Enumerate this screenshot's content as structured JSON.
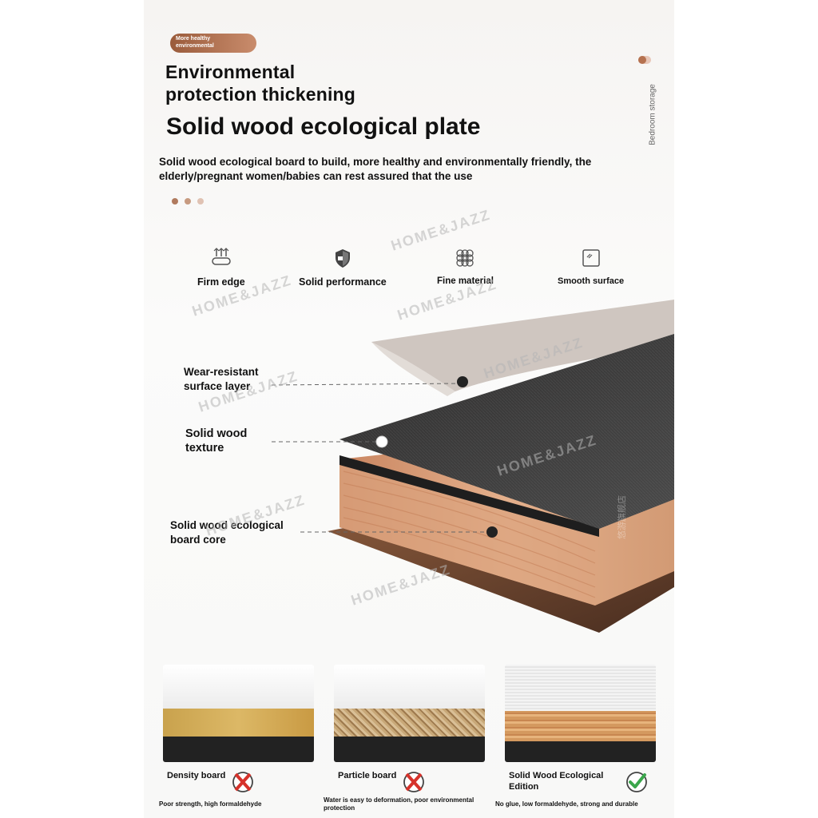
{
  "badge": "More healthy environmental",
  "side_label": "Bedroom storage",
  "title_line1": "Environmental",
  "title_line2": "protection thickening",
  "title_main": "Solid wood ecological plate",
  "description": "Solid wood ecological board to build, more healthy and environmentally friendly, the elderly/pregnant women/babies can rest assured that the use",
  "features": [
    {
      "label": "Firm edge",
      "icon": "firm-edge-icon"
    },
    {
      "label": "Solid performance",
      "icon": "shield-icon"
    },
    {
      "label": "Fine material",
      "icon": "grid-pattern-icon"
    },
    {
      "label": "Smooth surface",
      "icon": "smooth-square-icon"
    }
  ],
  "watermark": "HOME&JAZZ",
  "watermark_cn": "悠游旗舰店",
  "layers": [
    {
      "label": "Wear-resistant surface layer"
    },
    {
      "label": "Solid wood texture"
    },
    {
      "label": "Solid wood ecological board core"
    }
  ],
  "comparison": [
    {
      "name": "Density board",
      "note": "Poor strength, high formaldehyde",
      "verdict": "cross"
    },
    {
      "name": "Particle board",
      "note": "Water is easy to deformation, poor environmental protection",
      "verdict": "cross"
    },
    {
      "name": "Solid Wood Ecological Edition",
      "note": "No glue, low formaldehyde, strong and durable",
      "verdict": "check"
    }
  ],
  "colors": {
    "accent": "#b5714f",
    "dark_board": "#3b3a3a",
    "wood_core": "#d89e78",
    "check_green": "#3aa64b",
    "cross_red": "#d6322b"
  }
}
